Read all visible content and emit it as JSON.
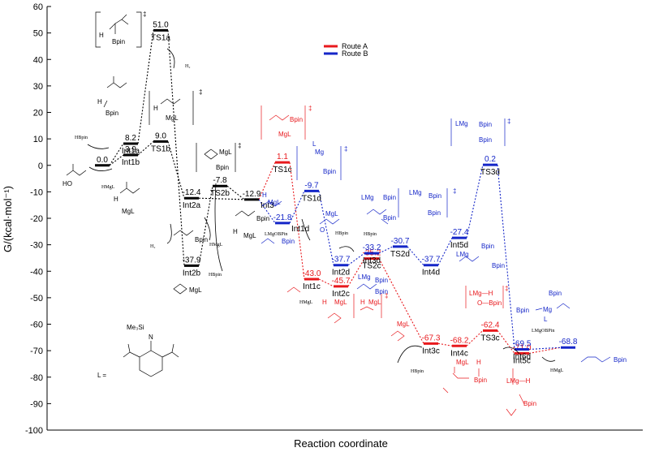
{
  "chart_data": {
    "type": "line",
    "xlabel": "Reaction coordinate",
    "ylabel": "G/(kcal·mol⁻¹)",
    "ylim": [
      -100,
      60
    ],
    "yticks": [
      60,
      50,
      40,
      30,
      20,
      10,
      0,
      -10,
      -20,
      -30,
      -40,
      -50,
      -60,
      -70,
      -80,
      -90,
      -100
    ],
    "grid": false,
    "legend_position": "top-center",
    "series": [
      {
        "name": "Route A",
        "color": "#e8191d"
      },
      {
        "name": "Route B",
        "color": "#1526c8"
      }
    ],
    "states": [
      {
        "id": "s0",
        "name": "",
        "value": 0.0,
        "label": "0.0",
        "color": "#000000"
      },
      {
        "id": "int1a",
        "name": "Int1a",
        "value": 8.2,
        "label": "8.2",
        "color": "#000000"
      },
      {
        "id": "int1b",
        "name": "Int1b",
        "value": 3.9,
        "label": "3.9",
        "color": "#000000"
      },
      {
        "id": "ts1a",
        "name": "TS1a",
        "value": 51.0,
        "label": "51.0",
        "color": "#000000"
      },
      {
        "id": "ts1b",
        "name": "TS1b",
        "value": 9.0,
        "label": "9.0",
        "color": "#000000"
      },
      {
        "id": "int2a",
        "name": "Int2a",
        "value": -12.4,
        "label": "-12.4",
        "color": "#000000"
      },
      {
        "id": "int2b",
        "name": "Int2b",
        "value": -37.9,
        "label": "-37.9",
        "color": "#000000"
      },
      {
        "id": "ts2b",
        "name": "TS2b",
        "value": -7.8,
        "label": "-7.8",
        "color": "#000000"
      },
      {
        "id": "int3",
        "name": "Int3",
        "value": -12.9,
        "label": "-12.9",
        "color": "#000000"
      },
      {
        "id": "ts1c",
        "name": "TS1c",
        "value": 1.1,
        "label": "1.1",
        "color": "#e8191d"
      },
      {
        "id": "int1c",
        "name": "Int1c",
        "value": -43.0,
        "label": "-43.0",
        "color": "#e8191d"
      },
      {
        "id": "int2c",
        "name": "Int2c",
        "value": -45.7,
        "label": "-45.7",
        "color": "#e8191d"
      },
      {
        "id": "ts2c",
        "name": "TS2c",
        "value": -35.2,
        "label": "-35.2",
        "color": "#e8191d"
      },
      {
        "id": "int3c",
        "name": "Int3c",
        "value": -67.3,
        "label": "-67.3",
        "color": "#e8191d"
      },
      {
        "id": "int4c",
        "name": "Int4c",
        "value": -68.2,
        "label": "-68.2",
        "color": "#e8191d"
      },
      {
        "id": "ts3c",
        "name": "TS3c",
        "value": -62.4,
        "label": "-62.4",
        "color": "#e8191d"
      },
      {
        "id": "int5c",
        "name": "Int5c",
        "value": -71.0,
        "label": "-71.0",
        "color": "#e8191d"
      },
      {
        "id": "int1d",
        "name": "Int1d",
        "value": -21.8,
        "label": "-21.8",
        "color": "#1526c8"
      },
      {
        "id": "ts1d",
        "name": "TS1d",
        "value": -9.7,
        "label": "-9.7",
        "color": "#1526c8"
      },
      {
        "id": "int2d",
        "name": "Int2d",
        "value": -37.7,
        "label": "-37.7",
        "color": "#1526c8"
      },
      {
        "id": "int3d",
        "name": "Int3d",
        "value": -33.2,
        "label": "-33.2",
        "color": "#1526c8"
      },
      {
        "id": "ts2d",
        "name": "TS2d",
        "value": -30.7,
        "label": "-30.7",
        "color": "#1526c8"
      },
      {
        "id": "int4d",
        "name": "Int4d",
        "value": -37.7,
        "label": "-37.7",
        "color": "#1526c8"
      },
      {
        "id": "int5d",
        "name": "Int5d",
        "value": -27.4,
        "label": "-27.4",
        "color": "#1526c8"
      },
      {
        "id": "ts3d",
        "name": "TS3d",
        "value": 0.2,
        "label": "0.2",
        "color": "#1526c8"
      },
      {
        "id": "int6d",
        "name": "Int6d",
        "value": -69.5,
        "label": "-69.5",
        "color": "#1526c8"
      },
      {
        "id": "end",
        "name": "",
        "value": -68.8,
        "label": "-68.8",
        "color": "#1526c8"
      }
    ],
    "connections": [
      {
        "from": "s0",
        "to": "int1a",
        "route": "common"
      },
      {
        "from": "s0",
        "to": "int1b",
        "route": "common"
      },
      {
        "from": "int1a",
        "to": "ts1a",
        "route": "common"
      },
      {
        "from": "int1b",
        "to": "ts1b",
        "route": "common"
      },
      {
        "from": "ts1a",
        "to": "int2b",
        "route": "common"
      },
      {
        "from": "ts1b",
        "to": "int2a",
        "route": "common"
      },
      {
        "from": "int2a",
        "to": "int3",
        "route": "common"
      },
      {
        "from": "int2b",
        "to": "ts2b",
        "route": "common"
      },
      {
        "from": "ts2b",
        "to": "int3",
        "route": "common"
      },
      {
        "from": "int3",
        "to": "ts1c",
        "route": "A"
      },
      {
        "from": "ts1c",
        "to": "int1c",
        "route": "A"
      },
      {
        "from": "int1c",
        "to": "int2c",
        "route": "A"
      },
      {
        "from": "int2c",
        "to": "ts2c",
        "route": "A"
      },
      {
        "from": "ts2c",
        "to": "int3c",
        "route": "A"
      },
      {
        "from": "int3c",
        "to": "int4c",
        "route": "A"
      },
      {
        "from": "int4c",
        "to": "ts3c",
        "route": "A"
      },
      {
        "from": "ts3c",
        "to": "int5c",
        "route": "A"
      },
      {
        "from": "int5c",
        "to": "end",
        "route": "A"
      },
      {
        "from": "int3",
        "to": "int1d",
        "route": "B"
      },
      {
        "from": "int1d",
        "to": "ts1d",
        "route": "B"
      },
      {
        "from": "ts1d",
        "to": "int2d",
        "route": "B"
      },
      {
        "from": "int2d",
        "to": "int3d",
        "route": "B"
      },
      {
        "from": "int3d",
        "to": "ts2d",
        "route": "B"
      },
      {
        "from": "ts2d",
        "to": "int4d",
        "route": "B"
      },
      {
        "from": "int4d",
        "to": "int5d",
        "route": "B"
      },
      {
        "from": "int5d",
        "to": "ts3d",
        "route": "B"
      },
      {
        "from": "ts3d",
        "to": "int6d",
        "route": "B"
      },
      {
        "from": "int6d",
        "to": "end",
        "route": "B"
      }
    ],
    "reagent_labels": [
      "HBpin",
      "HMgL",
      "H₂",
      "HBpin",
      "HMgL",
      "H₂",
      "HBpin",
      "LMgOBPin",
      "HMgL",
      "HBpin",
      "HBpin",
      "LMgOBPin",
      "HMgL"
    ],
    "ligand_label": "L =",
    "ligand_atoms": [
      "Me₃Si",
      "N"
    ]
  },
  "colors": {
    "common": "#000000",
    "route_a": "#e8191d",
    "route_b": "#1526c8"
  }
}
